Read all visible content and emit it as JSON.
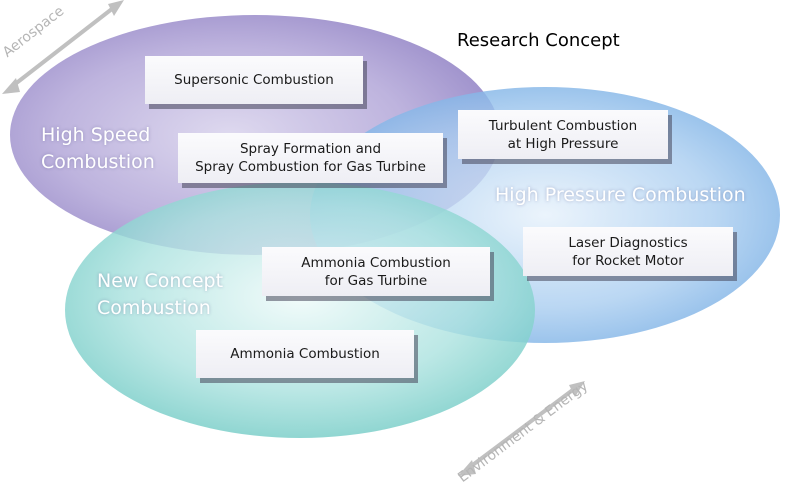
{
  "heading": "Research Concept",
  "regions": {
    "high_speed": {
      "line1": "High Speed",
      "line2": "Combustion",
      "color": "#9a8ac8"
    },
    "high_pressure": {
      "line1": "High Pressure Combustion",
      "color": "#7cb4e6"
    },
    "new_concept": {
      "line1": "New Concept",
      "line2": "Combustion",
      "color": "#7fd0cc"
    }
  },
  "topics": {
    "supersonic": {
      "line1": "Supersonic Combustion"
    },
    "spray": {
      "line1": "Spray Formation and",
      "line2": "Spray Combustion for Gas Turbine"
    },
    "turbulent": {
      "line1": "Turbulent Combustion",
      "line2": "at High Pressure"
    },
    "laser": {
      "line1": "Laser Diagnostics",
      "line2": "for Rocket Motor"
    },
    "ammonia_gt": {
      "line1": "Ammonia Combustion",
      "line2": "for Gas Turbine"
    },
    "ammonia": {
      "line1": "Ammonia Combustion"
    }
  },
  "axes": {
    "aerospace": "Aerospace",
    "environment": "Environment & Energy",
    "arrow_color": "#c0c0c0"
  }
}
